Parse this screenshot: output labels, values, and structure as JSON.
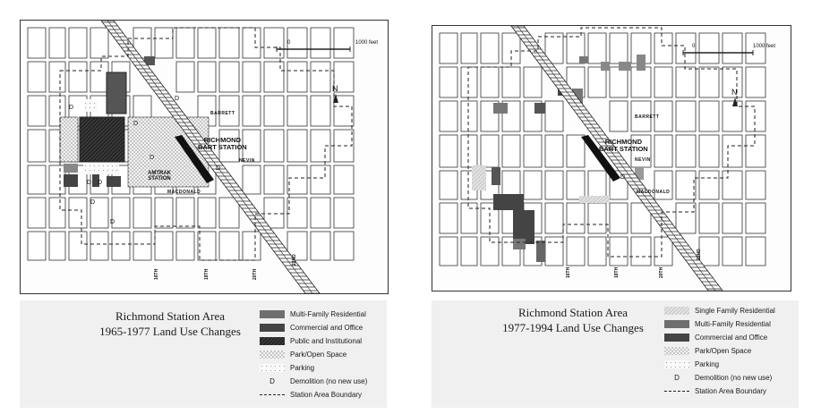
{
  "left_map": {
    "station_label": "RICHMOND\nBART STATION",
    "amtrak_label": "AMTRAK\nSTATION",
    "streets": {
      "barrett": "BARRETT",
      "nevin": "NEVIN",
      "macdonald": "MACDONALD",
      "s16": "16TH",
      "s18": "18TH",
      "s20": "20TH",
      "s22": "22ND"
    },
    "scale_zero": "0",
    "scale_end": "1000 feet",
    "north": "N",
    "demolition_mark": "D",
    "title_line1": "Richmond Station Area",
    "title_line2": "1965-1977  Land Use Changes",
    "legend": [
      {
        "key": "multi",
        "label": "Multi-Family Residential"
      },
      {
        "key": "commercial",
        "label": "Commercial and Office"
      },
      {
        "key": "public",
        "label": "Public and Institutional"
      },
      {
        "key": "park",
        "label": "Park/Open Space"
      },
      {
        "key": "parking",
        "label": "Parking"
      },
      {
        "key": "demo",
        "label": "Demolition (no new use)"
      },
      {
        "key": "boundary",
        "label": "Station Area Boundary"
      }
    ]
  },
  "right_map": {
    "station_label": "RICHMOND\nBART STATION",
    "streets": {
      "barrett": "BARRETT",
      "nevin": "NEVIN",
      "macdonald": "MACDONALD",
      "s16": "16TH",
      "s18": "18TH",
      "s20": "20TH",
      "s22": "22ND"
    },
    "scale_zero": "0",
    "scale_end": "1000 feet",
    "north": "N",
    "demolition_mark": "D",
    "title_line1": "Richmond Station Area",
    "title_line2": "1977-1994  Land Use Changes",
    "legend": [
      {
        "key": "single",
        "label": "Single Family Residential"
      },
      {
        "key": "multi",
        "label": "Multi-Family Residential"
      },
      {
        "key": "commercial",
        "label": "Commercial and Office"
      },
      {
        "key": "park",
        "label": "Park/Open Space"
      },
      {
        "key": "parking",
        "label": "Parking"
      },
      {
        "key": "demo",
        "label": "Demolition (no new use)"
      },
      {
        "key": "boundary",
        "label": "Station Area Boundary"
      }
    ]
  },
  "colors": {
    "multi": "#6e6e6e",
    "commercial": "#4a4a4a",
    "public": "#222222",
    "single": "#cfcfcf",
    "park": "#d9d9d9",
    "parking": "#e8e8e8"
  }
}
